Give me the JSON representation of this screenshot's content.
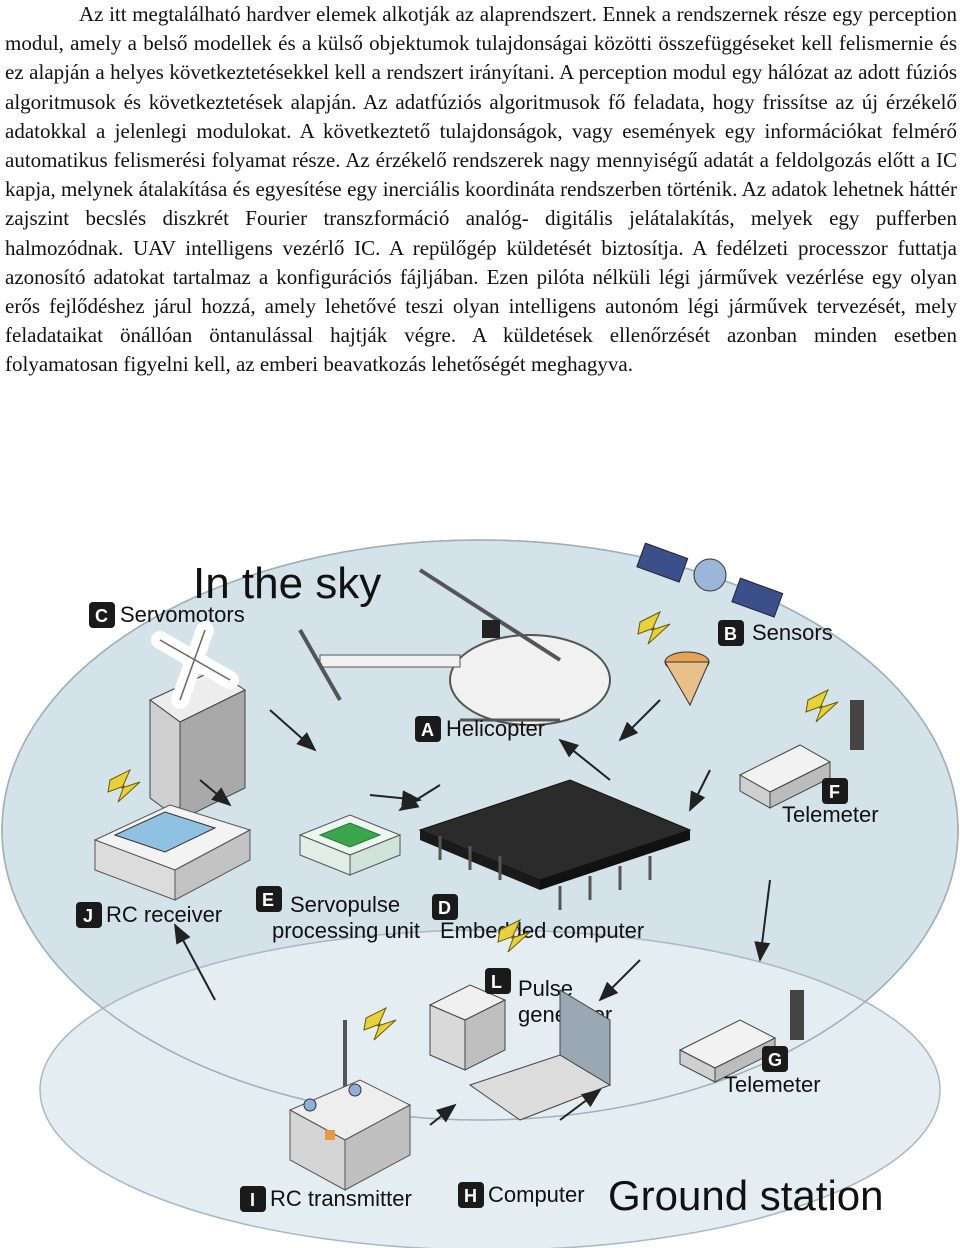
{
  "document": {
    "paragraph": "Az itt megtalálható hardver elemek alkotják az alaprendszert. Ennek a rendszernek része egy perception modul, amely a belső modellek és a külső objektumok tulajdonságai közötti összefüggéseket kell felismernie és ez alapján a helyes következtetésekkel kell a rendszert irányítani. A perception modul egy hálózat az adott fúziós algoritmusok és következtetések alapján. Az adatfúziós algoritmusok fő feladata, hogy frissítse az új érzékelő adatokkal a jelenlegi modulokat. A következtető tulajdonságok, vagy események egy információkat felmérő automatikus felismerési folyamat része. Az érzékelő rendszerek nagy mennyiségű adatát a feldolgozás előtt a IC kapja, melynek átalakítása és egyesítése egy inerciális koordináta rendszerben történik. Az adatok lehetnek háttér zajszint becslés diszkrét Fourier transzformáció analóg- digitális jelátalakítás, melyek egy pufferben halmozódnak. UAV intelligens vezérlő IC. A repülőgép küldetését biztosítja. A fedélzeti processzor futtatja azonosító adatokat tartalmaz a konfigurációs fájljában. Ezen pilóta nélküli légi járművek vezérlése egy olyan erős fejlődéshez járul hozzá, amely lehetővé teszi olyan intelligens autonóm légi járművek tervezését, mely feladataikat önállóan öntanulással hajtják végre. A küldetések ellenőrzését azonban minden esetben folyamatosan figyelni kell, az emberi beavatkozás lehetőségét meghagyva."
  },
  "figure": {
    "titles": {
      "sky": "In the sky",
      "ground": "Ground station"
    },
    "labels": {
      "A": {
        "letter": "A",
        "text": "Helicopter"
      },
      "B": {
        "letter": "B",
        "text": "Sensors"
      },
      "C": {
        "letter": "C",
        "text": "Servomotors"
      },
      "D": {
        "letter": "D",
        "text": "Embedded computer"
      },
      "E": {
        "letter": "E",
        "line1": "Servopulse",
        "line2": "processing unit"
      },
      "F": {
        "letter": "F",
        "text": "Telemeter"
      },
      "G": {
        "letter": "G",
        "text": "Telemeter"
      },
      "H": {
        "letter": "H",
        "text": "Computer"
      },
      "I": {
        "letter": "I",
        "text": "RC transmitter"
      },
      "J": {
        "letter": "J",
        "text": "RC receiver"
      },
      "L": {
        "letter": "L",
        "line1": "Pulse",
        "line2": "generator"
      }
    },
    "colors": {
      "ellipse": "#d6e4ec",
      "badge": "#1a1a1a",
      "lightning": "#e8d23a",
      "board": "#3aa54a"
    }
  }
}
